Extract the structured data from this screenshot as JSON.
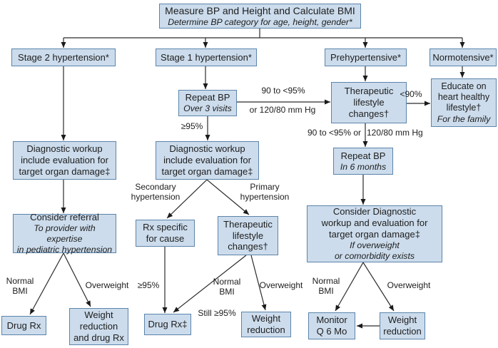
{
  "diagram": {
    "description": "Pediatric blood pressure measurement and hypertension management flowchart"
  },
  "colors": {
    "box_fill": "#ccdcec",
    "box_border": "#5c84aa",
    "text": "#1d1d1d",
    "arrow": "#2b2b2b"
  },
  "nodes": {
    "measure": {
      "title": "Measure BP and Height and Calculate BMI",
      "subtitle": "Determine BP category for age, height, gender*"
    },
    "stage2": {
      "title": "Stage 2 hypertension*"
    },
    "stage1": {
      "title": "Stage 1 hypertension*"
    },
    "prehypertensive": {
      "title": "Prehypertensive*"
    },
    "normotensive": {
      "title": "Normotensive*"
    },
    "repeat_bp_3visits": {
      "title": "Repeat BP",
      "subtitle": "Over 3 visits"
    },
    "therapeutic_changes_right": {
      "title": "Therapeutic\nlifestyle\nchanges†"
    },
    "educate": {
      "title": "Educate on\nheart healthy\nlifestyle†",
      "subtitle": "For the family"
    },
    "diagnostic_left": {
      "title": "Diagnostic workup\ninclude evaluation for\ntarget organ damage‡"
    },
    "diagnostic_mid": {
      "title": "Diagnostic workup\ninclude evaluation for\ntarget organ damage‡"
    },
    "repeat_bp_6months": {
      "title": "Repeat BP",
      "subtitle": "In 6 months"
    },
    "consider_referral": {
      "title": "Consider referral",
      "subtitle": "To provider with expertise\nin pediatric hypertension"
    },
    "rx_specific": {
      "title": "Rx specific\nfor cause"
    },
    "therapeutic_changes_mid": {
      "title": "Therapeutic\nlifestyle\nchanges†"
    },
    "consider_diagnostic": {
      "title": "Consider Diagnostic\nworkup and evaluation for\ntarget organ damage‡",
      "subtitle": "If overweight\nor comorbidity exists"
    },
    "drug_rx_left": {
      "title": "Drug Rx"
    },
    "weight_reduction_drug_rx": {
      "title": "Weight\nreduction\nand drug Rx"
    },
    "drug_rx_mid": {
      "title": "Drug Rx‡"
    },
    "weight_reduction_mid": {
      "title": "Weight\nreduction"
    },
    "monitor_q6mo": {
      "title": "Monitor\nQ 6 Mo"
    },
    "weight_reduction_right": {
      "title": "Weight\nreduction"
    }
  },
  "edge_labels": {
    "range_90_95": "90 to <95%",
    "or_120_80": "or 120/80 mm Hg",
    "ge95_mid": "≥95%",
    "lt90": "<90%",
    "range_90_95_or_part1": "90 to <95% or",
    "range_90_95_or_part2": "120/80 mm Hg",
    "secondary": "Secondary\nhypertension",
    "primary": "Primary\nhypertension",
    "normal_bmi_left": "Normal\nBMI",
    "overweight_left": "Overweight",
    "ge95_left": "≥95%",
    "normal_bmi_mid": "Normal\nBMI",
    "overweight_mid": "Overweight",
    "still_ge95": "Still ≥95%",
    "normal_bmi_right": "Normal\nBMI",
    "overweight_right": "Overweight"
  }
}
